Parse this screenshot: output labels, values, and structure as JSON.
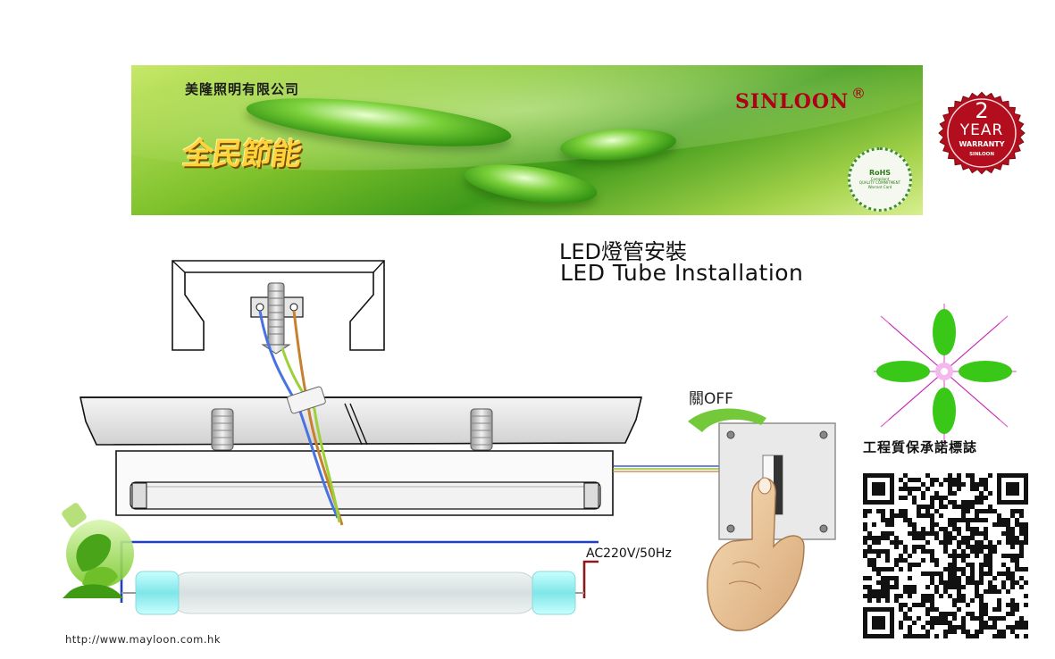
{
  "banner": {
    "company_cn": "美隆照明有限公司",
    "slogan": "全民節能",
    "brand": "SINLOON",
    "registered_mark": "®",
    "rohs_badge": {
      "title": "RoHS",
      "line1": "Compliant",
      "line2": "QUALITY COMMITMENT",
      "line3": "Warrant Card"
    }
  },
  "warranty_badge": {
    "number": "2",
    "year": "YEAR",
    "warranty": "WARRANTY",
    "brand": "SINLOON",
    "color": "#b30e1e"
  },
  "heading": {
    "cn": "LED燈管安裝",
    "en": "LED  Tube Installation"
  },
  "diagram": {
    "switch_label": "關OFF",
    "power_label": "AC220V/50Hz",
    "wire_colors": {
      "live": "#8b1a1a",
      "neutral": "#1f3fbf",
      "earth": "#7ab800"
    }
  },
  "quality_mark": {
    "label": "工程質保承諾標誌",
    "petal_color": "#39c817",
    "accent_color": "#e040c8"
  },
  "website": "http://www.mayloon.com.hk"
}
